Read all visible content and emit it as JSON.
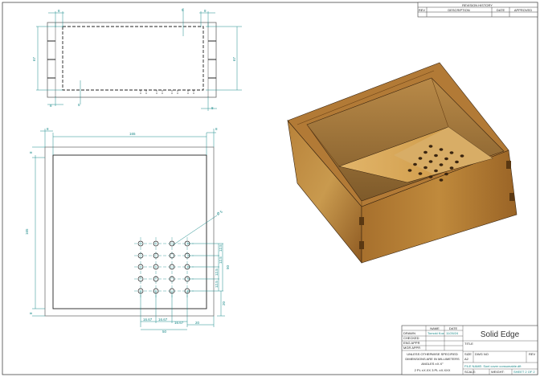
{
  "revision_history": {
    "title": "REVISION HISTORY",
    "columns": [
      "REV",
      "DESCRIPTION",
      "DATE",
      "APPROVED"
    ]
  },
  "title_block": {
    "col_name": "NAME",
    "col_date": "DATE",
    "rows": [
      {
        "label": "DRAWN",
        "name": "Tomoki Koz",
        "date": "11/26/24"
      },
      {
        "label": "CHECKED",
        "name": "",
        "date": ""
      },
      {
        "label": "ENG APPR",
        "name": "",
        "date": ""
      },
      {
        "label": "MGR APPR",
        "name": "",
        "date": ""
      }
    ],
    "notes": [
      "UNLESS OTHERWISE SPECIFIED",
      "DIMENSIONS ARE IN MILLIMETERS",
      "ANGLES ±X.X°",
      "2 PL ±X.XX 3 PL ±X.XXX"
    ],
    "company": "Solid Edge",
    "title_label": "TITLE",
    "size_label": "SIZE",
    "size_value": "A2",
    "dwg_label": "DWG NO",
    "rev_label": "REV",
    "file_name": "FILE NAME: Soel cover consumable.dft",
    "scale_label": "SCALE:",
    "weight_label": "WEIGHT:",
    "sheet": "SHEET 2 OF 2"
  },
  "top_view": {
    "dims": [
      "8",
      "8",
      "5",
      "8",
      "8",
      "5",
      "67",
      "67"
    ]
  },
  "bottom_view": {
    "dims": {
      "width": "165",
      "height": "165",
      "wall_left": "8",
      "wall_right": "8",
      "wall_top": "8",
      "wall_bottom": "8",
      "hole_dia": "Ø 5",
      "pitch_x": [
        "16.67",
        "16.67",
        "16.67"
      ],
      "offset_x": "20",
      "span_x": "50",
      "pitch_y": [
        "12.5",
        "12.5",
        "12.5",
        "12.5"
      ],
      "span_y": "50",
      "offset_y": "20"
    }
  },
  "colors": {
    "dimension": "#1b8a8a",
    "wood_light": "#d9a455",
    "wood_dark": "#8a5520"
  }
}
